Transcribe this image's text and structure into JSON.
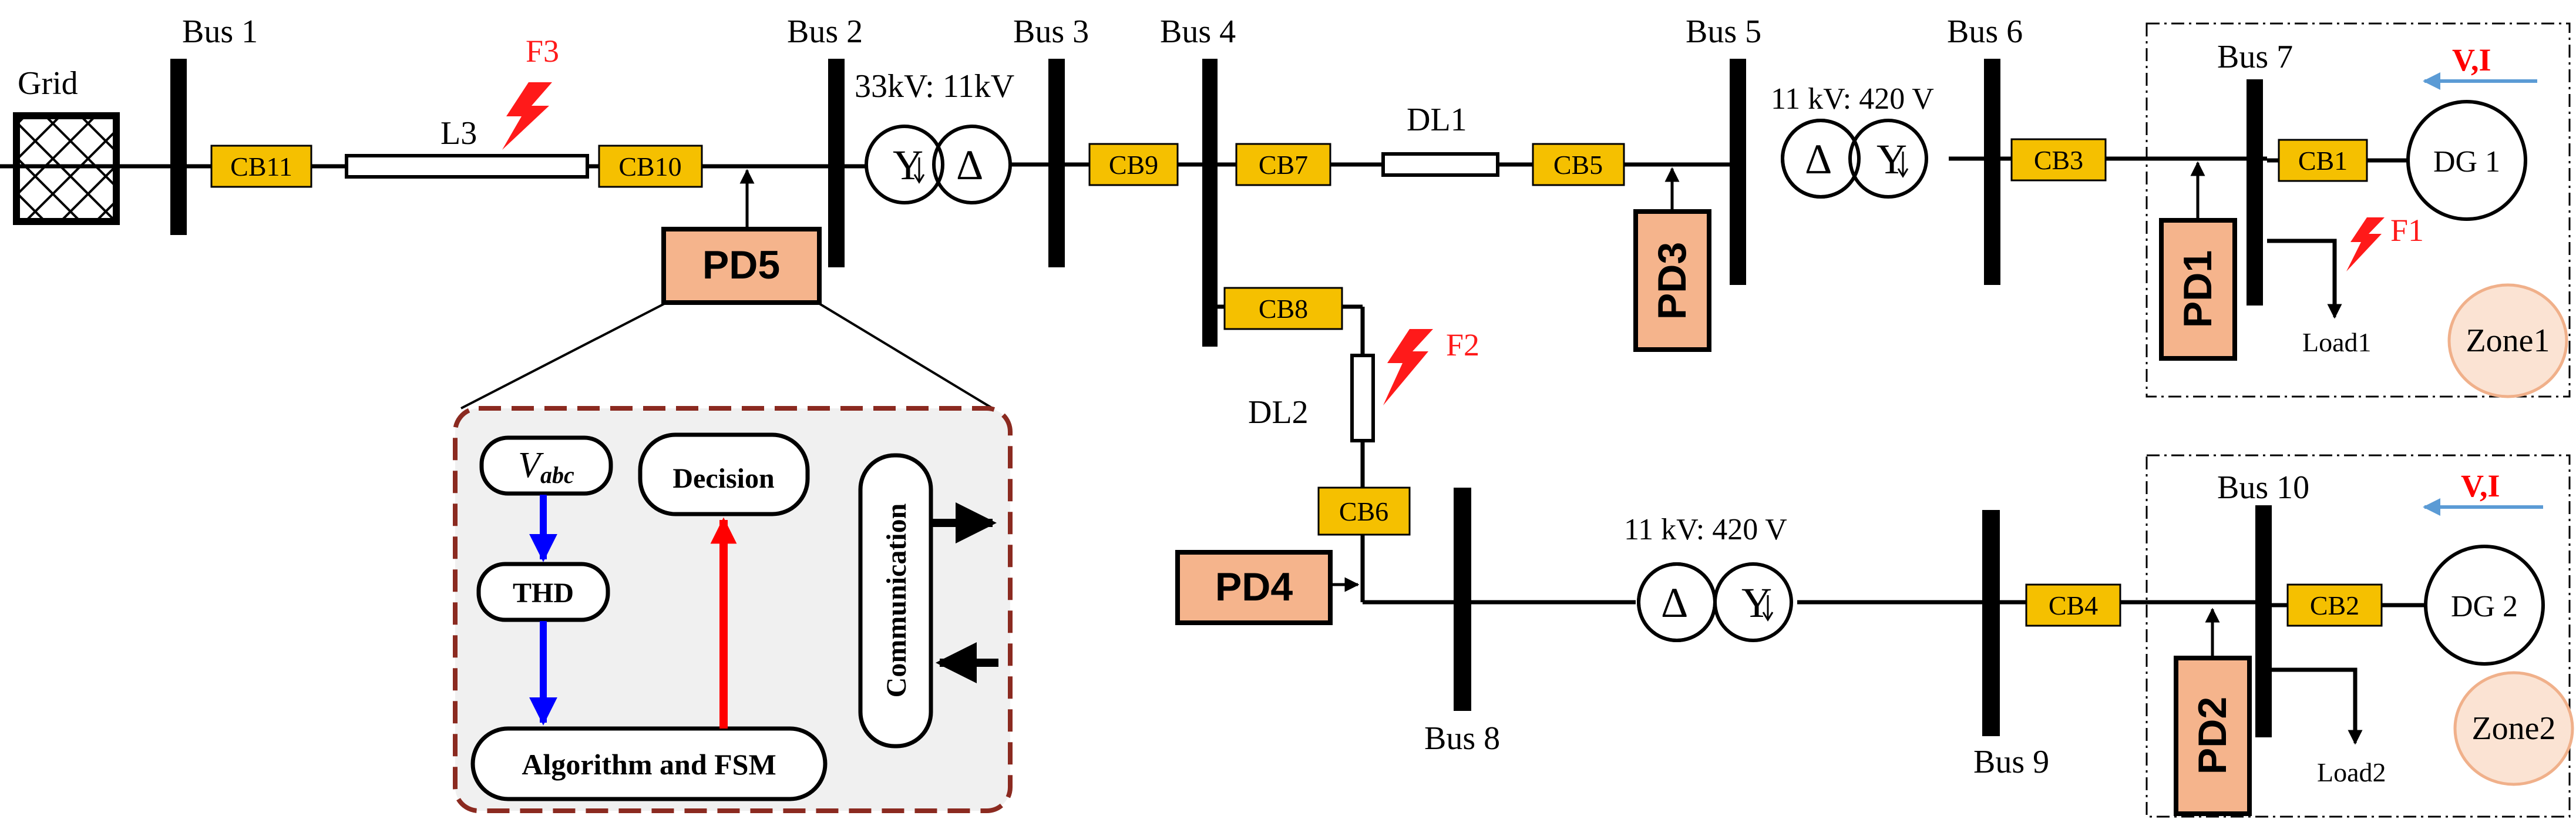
{
  "colors": {
    "breaker_fill": "#f5c000",
    "pd_fill": "#f5b48c",
    "zone_fill": "#fbe3d3",
    "zone_stroke": "#f0b08a",
    "fault": "#ff1a1a",
    "inset_border": "#8b2a20",
    "inset_fill": "#f0f0f0",
    "blue_arrow": "#0000ff",
    "red_arrow": "#ff0000",
    "vi_arrow": "#5b9bd5"
  },
  "grid_label": "Grid",
  "buses": {
    "b1": "Bus 1",
    "b2": "Bus 2",
    "b3": "Bus 3",
    "b4": "Bus 4",
    "b5": "Bus 5",
    "b6": "Bus 6",
    "b7": "Bus 7",
    "b8": "Bus 8",
    "b9": "Bus 9",
    "b10": "Bus 10"
  },
  "breakers": {
    "cb1": "CB1",
    "cb2": "CB2",
    "cb3": "CB3",
    "cb4": "CB4",
    "cb5": "CB5",
    "cb6": "CB6",
    "cb7": "CB7",
    "cb8": "CB8",
    "cb9": "CB9",
    "cb10": "CB10",
    "cb11": "CB11"
  },
  "lines": {
    "l3": "L3",
    "dl1": "DL1",
    "dl2": "DL2"
  },
  "transformers": {
    "t1_rating": "33kV: 11kV",
    "t2_rating": "11 kV: 420 V",
    "t3_rating": "11 kV: 420 V",
    "y_symbol": "Y",
    "delta_symbol": "Δ"
  },
  "devices": {
    "pd1": "PD1",
    "pd2": "PD2",
    "pd3": "PD3",
    "pd4": "PD4",
    "pd5": "PD5"
  },
  "faults": {
    "f1": "F1",
    "f2": "F2",
    "f3": "F3"
  },
  "generators": {
    "dg1": "DG 1",
    "dg2": "DG 2"
  },
  "loads": {
    "load1": "Load1",
    "load2": "Load2"
  },
  "zones": {
    "zone1": "Zone1",
    "zone2": "Zone2"
  },
  "measure_label": "V,I",
  "inset": {
    "vabc_main": "V",
    "vabc_sub": "abc",
    "thd": "THD",
    "decision": "Decision",
    "algorithm": "Algorithm and FSM",
    "communication": "Communication"
  }
}
